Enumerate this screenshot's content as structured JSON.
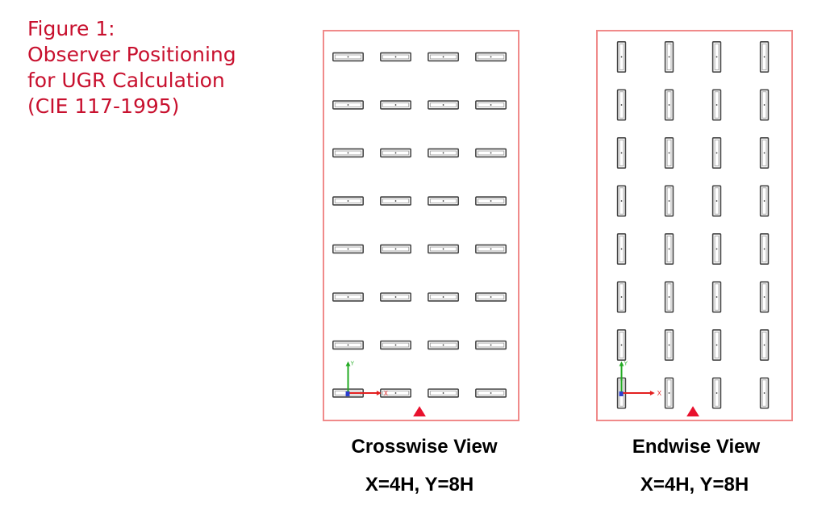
{
  "figure": {
    "title_lines": [
      "Figure 1:",
      "Observer Positioning",
      "for UGR Calculation",
      "(CIE 117-1995)"
    ]
  },
  "views": [
    {
      "id": "crosswise",
      "label": "Crosswise View",
      "dimensions": "X=4H, Y=8H",
      "luminaire_orientation": "crosswise",
      "columns": 4,
      "rows": 8
    },
    {
      "id": "endwise",
      "label": "Endwise View",
      "dimensions": "X=4H, Y=8H",
      "luminaire_orientation": "endwise",
      "columns": 4,
      "rows": 8
    }
  ],
  "axes": {
    "y_label": "Y",
    "x_label": "X"
  },
  "colors": {
    "title": "#c8102e",
    "frame": "#f08a8a",
    "observer_marker": "#e8112d",
    "axis_y": "#22aa22",
    "axis_x": "#e32020",
    "origin": "#2a3fd0"
  }
}
